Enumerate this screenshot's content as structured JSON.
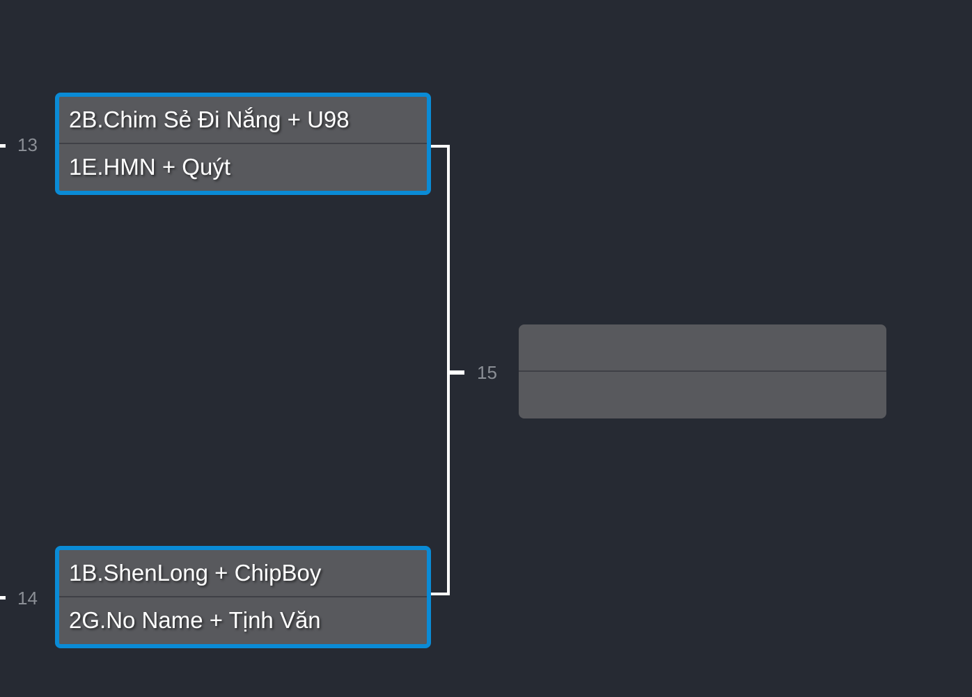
{
  "bracket": {
    "matches": [
      {
        "number": "13",
        "team_top": "2B.Chim Sẻ Đi Nắng + U98",
        "team_bottom": "1E.HMN + Quýt"
      },
      {
        "number": "14",
        "team_top": "1B.ShenLong + ChipBoy",
        "team_bottom": "2G.No Name + Tịnh Văn"
      },
      {
        "number": "15",
        "team_top": "",
        "team_bottom": ""
      }
    ]
  },
  "colors": {
    "background": "#262a33",
    "match_fill": "#58595d",
    "highlight_border": "#0a8bd6",
    "connector": "#ffffff",
    "match_number": "#8b8f96"
  }
}
